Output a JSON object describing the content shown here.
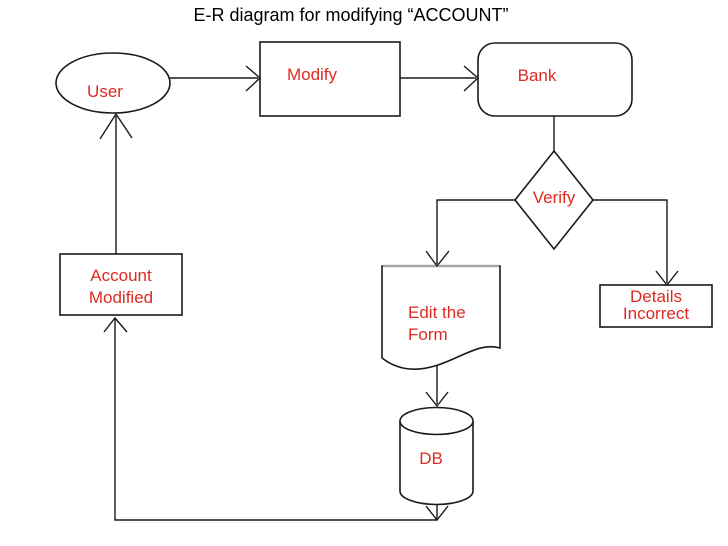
{
  "title": "E-R diagram for modifying “ACCOUNT”",
  "colors": {
    "label_text": "#dd2b22",
    "title_text": "#000000",
    "shape_stroke": "#1a1a1a",
    "shape_fill": "#ffffff",
    "document_top_edge": "#a8a8a8",
    "background": "#ffffff"
  },
  "nodes": {
    "user": {
      "shape": "ellipse",
      "label": "User"
    },
    "modify": {
      "shape": "rectangle",
      "label": "Modify"
    },
    "bank": {
      "shape": "rounded-rectangle",
      "label": "Bank"
    },
    "verify": {
      "shape": "diamond",
      "label": "Verify"
    },
    "edit_form": {
      "shape": "document",
      "lines": [
        "Edit the",
        "Form"
      ]
    },
    "details_incorrect": {
      "shape": "rectangle",
      "lines": [
        "Details",
        "Incorrect"
      ]
    },
    "db": {
      "shape": "cylinder",
      "label": "DB"
    },
    "account_modified": {
      "shape": "rectangle",
      "lines": [
        "Account",
        "Modified"
      ]
    }
  },
  "edges": [
    {
      "from": "User",
      "to": "Modify",
      "arrow": true
    },
    {
      "from": "Modify",
      "to": "Bank",
      "arrow": true
    },
    {
      "from": "Bank",
      "to": "Verify",
      "arrow": false
    },
    {
      "from": "Verify",
      "to": "Edit the Form",
      "arrow": true
    },
    {
      "from": "Verify",
      "to": "Details Incorrect",
      "arrow": true
    },
    {
      "from": "Edit the Form",
      "to": "DB",
      "arrow": true
    },
    {
      "from": "DB",
      "to": "bottom junction",
      "arrow": true
    },
    {
      "from": "bottom junction",
      "to": "Account Modified",
      "arrow": true
    },
    {
      "from": "Account Modified",
      "to": "User",
      "arrow": true
    }
  ]
}
